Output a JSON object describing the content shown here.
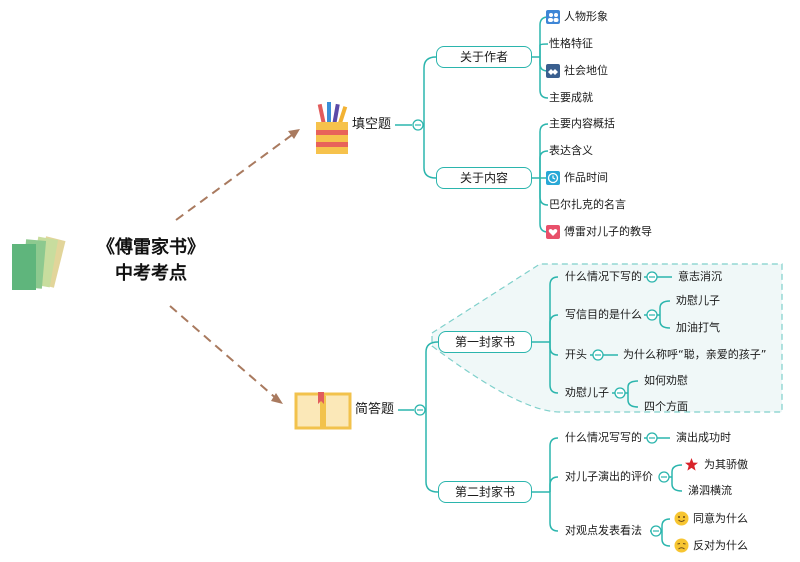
{
  "center": {
    "line1": "《傅雷家书》",
    "line2": "中考考点"
  },
  "branches": {
    "fill": {
      "label": "填空题",
      "groups": {
        "author": {
          "label": "关于作者",
          "items": [
            "人物形象",
            "性格特征",
            "社会地位",
            "主要成就"
          ]
        },
        "content": {
          "label": "关于内容",
          "items": [
            "主要内容概括",
            "表达含义",
            "作品时间",
            "巴尔扎克的名言",
            "傅雷对儿子的教导"
          ]
        }
      }
    },
    "short": {
      "label": "简答题",
      "groups": {
        "letter1": {
          "label": "第一封家书",
          "q1": "什么情况下写的",
          "a1": "意志消沉",
          "q2": "写信目的是什么",
          "a2a": "劝慰儿子",
          "a2b": "加油打气",
          "q3": "开头",
          "a3": "为什么称呼“聪，亲爱的孩子”",
          "q4": "劝慰儿子",
          "a4a": "如何劝慰",
          "a4b": "四个方面"
        },
        "letter2": {
          "label": "第二封家书",
          "q1": "什么情况写写的",
          "a1": "演出成功时",
          "q2": "对儿子演出的评价",
          "a2a": "为其骄傲",
          "a2b": "涕泗横流",
          "q3": "对观点发表看法",
          "a3a": "同意为什么",
          "a3b": "反对为什么"
        }
      }
    }
  },
  "colors": {
    "line": "#2bb5ad",
    "arrow": "#a97a5f",
    "highlight_fill": "#f0f8f8",
    "highlight_border": "#7fd0cb"
  },
  "icons": {
    "center": "books-icon",
    "fill": "pencil-cup-icon",
    "short": "open-book-icon",
    "person": "people-icon",
    "status": "handshake-icon",
    "time": "clock-icon",
    "teach": "heart-icon",
    "proud": "star-icon",
    "agree": "smile-face-icon",
    "disagree": "sad-face-icon"
  }
}
